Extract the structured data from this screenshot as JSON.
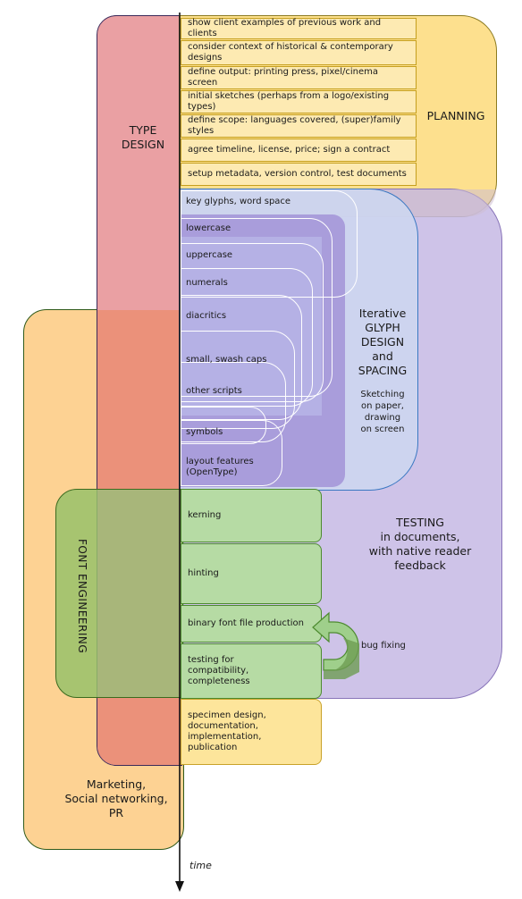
{
  "regions": {
    "type_design": "TYPE\nDESIGN",
    "planning": "PLANNING",
    "iterative": "Iterative\nGLYPH\nDESIGN\nand\nSPACING",
    "iterative_sub": "Sketching\non paper,\ndrawing\non screen",
    "testing": "TESTING\nin documents,\nwith native reader\nfeedback",
    "font_engineering": "FONT ENGINEERING",
    "marketing": "Marketing,\nSocial networking,\nPR",
    "bug_fixing": "bug fixing",
    "time": "time"
  },
  "planning_steps": [
    "show client examples of previous work and clients",
    "consider context of historical & contemporary designs",
    "define output: printing press, pixel/cinema screen",
    "initial sketches (perhaps from a logo/existing types)",
    "define scope: languages covered, (super)family styles",
    "agree timeline, license, price; sign a contract",
    "setup metadata, version control, test documents"
  ],
  "glyph_steps": [
    "key glyphs, word space",
    "lowercase",
    "uppercase",
    "numerals",
    "diacritics",
    "small, swash caps",
    "other scripts",
    "symbols",
    "layout features\n(OpenType)"
  ],
  "engineering_steps": [
    "kerning",
    "hinting",
    "binary font file production",
    "testing for\ncompatibility,\ncompleteness"
  ],
  "release_step": "specimen design,\ndocumentation,\nimplementation,\npublication",
  "colors": {
    "type_design": "#eaa0a3",
    "planning": "#fde08e",
    "testing": "#c6b8e4",
    "iterative": "#cdd6f0",
    "font_engineering": "#98c26a",
    "marketing": "#fdd293"
  }
}
